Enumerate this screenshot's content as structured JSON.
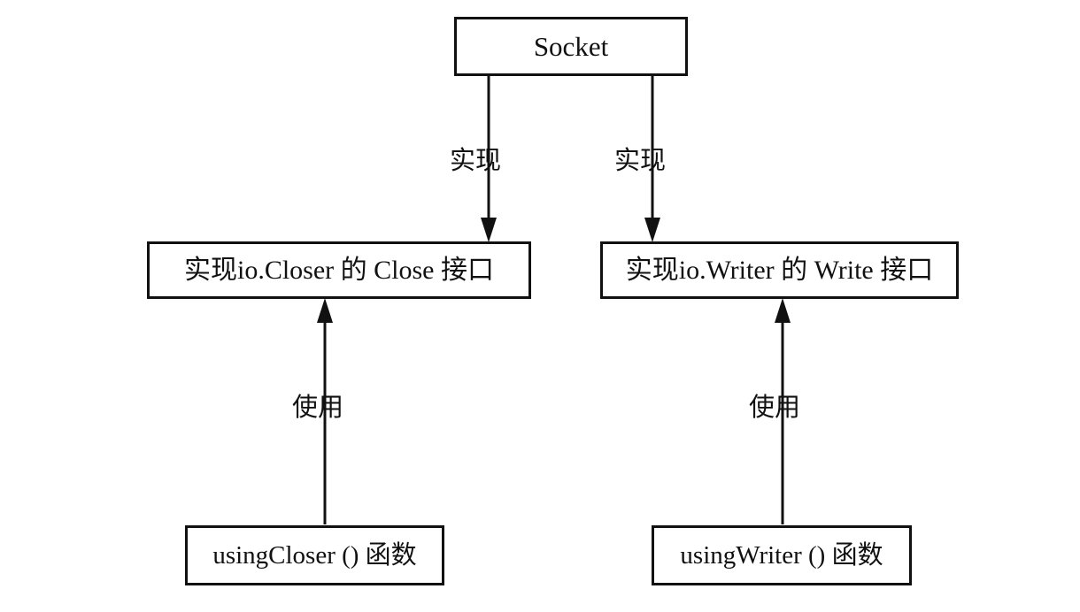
{
  "diagram": {
    "title": "Socket interface implementation diagram",
    "background_color": "#ffffff",
    "stroke_color": "#111111",
    "nodes": {
      "socket": {
        "label": "Socket"
      },
      "closer_interface": {
        "label": "实现io.Closer 的 Close 接口"
      },
      "writer_interface": {
        "label": "实现io.Writer 的 Write 接口"
      },
      "using_closer": {
        "label": "usingCloser () 函数"
      },
      "using_writer": {
        "label": "usingWriter () 函数"
      }
    },
    "edges": {
      "socket_to_closer": {
        "label": "实现",
        "direction": "down"
      },
      "socket_to_writer": {
        "label": "实现",
        "direction": "down"
      },
      "using_closer_to_closer": {
        "label": "使用",
        "direction": "up"
      },
      "using_writer_to_writer": {
        "label": "使用",
        "direction": "up"
      }
    }
  }
}
